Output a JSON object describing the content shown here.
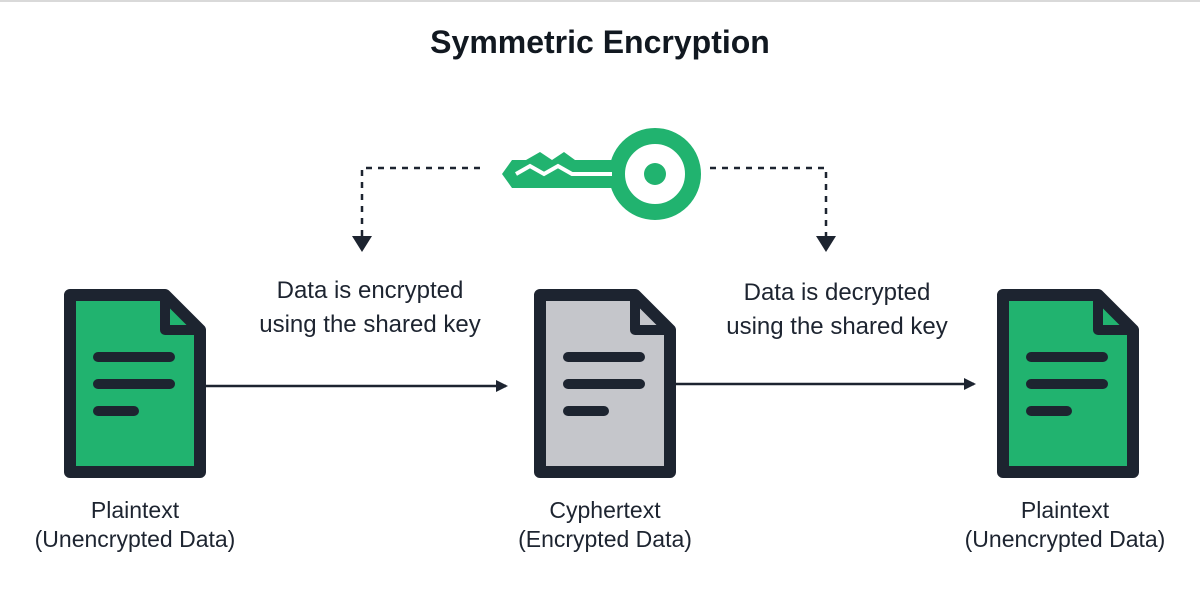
{
  "title": "Symmetric Encryption",
  "colors": {
    "green": "#21b36f",
    "navy": "#1d2430",
    "gray": "#c5c6cb",
    "text": "#1d2430"
  },
  "icons": {
    "key": "key-icon",
    "document": "document-icon"
  },
  "steps": {
    "encrypt": {
      "line1": "Data is encrypted",
      "line2": "using the shared key"
    },
    "decrypt": {
      "line1": "Data is decrypted",
      "line2": "using the shared key"
    }
  },
  "documents": [
    {
      "name": "Plaintext",
      "desc": "(Unencrypted Data)",
      "fill": "#21b36f"
    },
    {
      "name": "Cyphertext",
      "desc": "(Encrypted Data)",
      "fill": "#c5c6cb"
    },
    {
      "name": "Plaintext",
      "desc": "(Unencrypted Data)",
      "fill": "#21b36f"
    }
  ]
}
